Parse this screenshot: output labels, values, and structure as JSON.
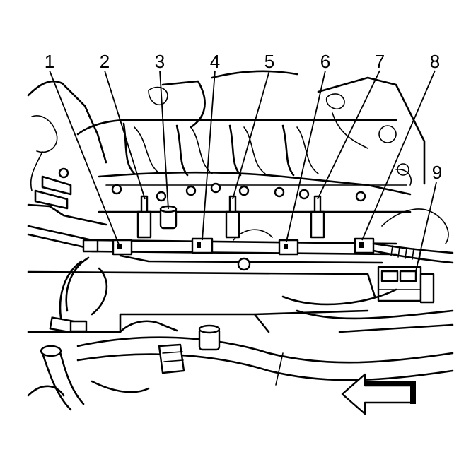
{
  "figure": {
    "callouts": [
      {
        "label": "1"
      },
      {
        "label": "2"
      },
      {
        "label": "3"
      },
      {
        "label": "4"
      },
      {
        "label": "5"
      },
      {
        "label": "6"
      },
      {
        "label": "7"
      },
      {
        "label": "8"
      },
      {
        "label": "9"
      }
    ],
    "direction_indicator": "arrow-left-icon"
  }
}
